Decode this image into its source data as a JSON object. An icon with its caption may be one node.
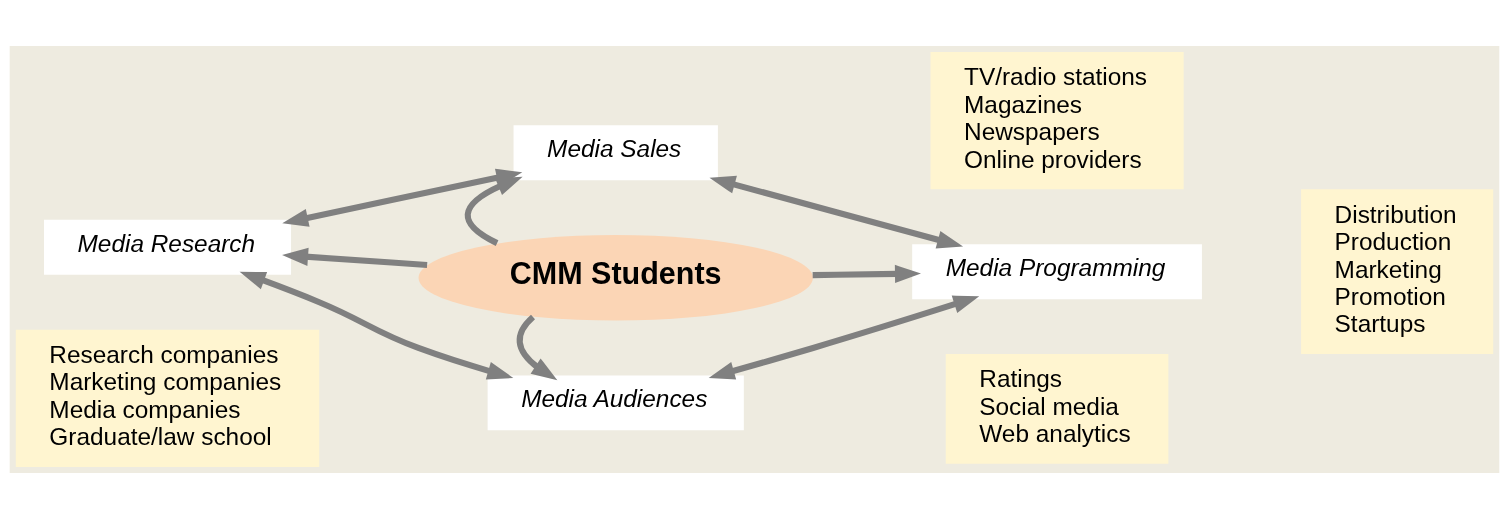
{
  "diagram": {
    "nodes": [
      {
        "text": [
          "CMM Students"
        ]
      },
      {
        "text": [
          "Media Sales"
        ]
      },
      {
        "text": [
          "Media Research"
        ]
      },
      {
        "text": [
          "Media Programming"
        ]
      },
      {
        "text": [
          "Media Audiences"
        ]
      },
      {
        "text": [
          "TV/radio stations",
          "Magazines",
          "Newspapers",
          "Online providers"
        ]
      },
      {
        "text": [
          "Research companies",
          "Marketing companies",
          "Media companies",
          "Graduate/law school"
        ]
      },
      {
        "text": [
          "Distribution",
          "Production",
          "Marketing",
          "Promotion",
          "Startups"
        ]
      },
      {
        "text": [
          "Ratings",
          "Social media",
          "Web analytics"
        ]
      }
    ],
    "edges": [
      {
        "from": 0,
        "to": 1,
        "arrow": "to"
      },
      {
        "from": 0,
        "to": 2,
        "arrow": "to"
      },
      {
        "from": 0,
        "to": 3,
        "arrow": "to"
      },
      {
        "from": 0,
        "to": 4,
        "arrow": "to"
      },
      {
        "from": 2,
        "to": 1,
        "arrow": "both"
      },
      {
        "from": 1,
        "to": 3,
        "arrow": "both"
      },
      {
        "from": 2,
        "to": 4,
        "arrow": "both"
      },
      {
        "from": 4,
        "to": 3,
        "arrow": "both"
      }
    ]
  }
}
